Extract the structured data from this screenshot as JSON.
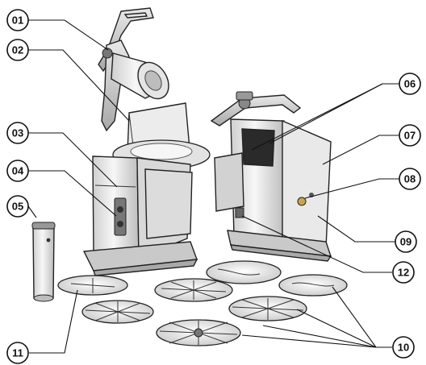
{
  "callouts": [
    {
      "id": "01",
      "label": "01"
    },
    {
      "id": "02",
      "label": "02"
    },
    {
      "id": "03",
      "label": "03"
    },
    {
      "id": "04",
      "label": "04"
    },
    {
      "id": "05",
      "label": "05"
    },
    {
      "id": "06",
      "label": "06"
    },
    {
      "id": "07",
      "label": "07"
    },
    {
      "id": "08",
      "label": "08"
    },
    {
      "id": "09",
      "label": "09"
    },
    {
      "id": "10",
      "label": "10"
    },
    {
      "id": "11",
      "label": "11"
    },
    {
      "id": "12",
      "label": "12"
    }
  ],
  "colors": {
    "background": "#ffffff",
    "metal_light": "#f1f1f1",
    "metal_mid": "#d6d6d6",
    "metal_dark": "#8a8a8a",
    "outline": "#1a1a1a"
  }
}
